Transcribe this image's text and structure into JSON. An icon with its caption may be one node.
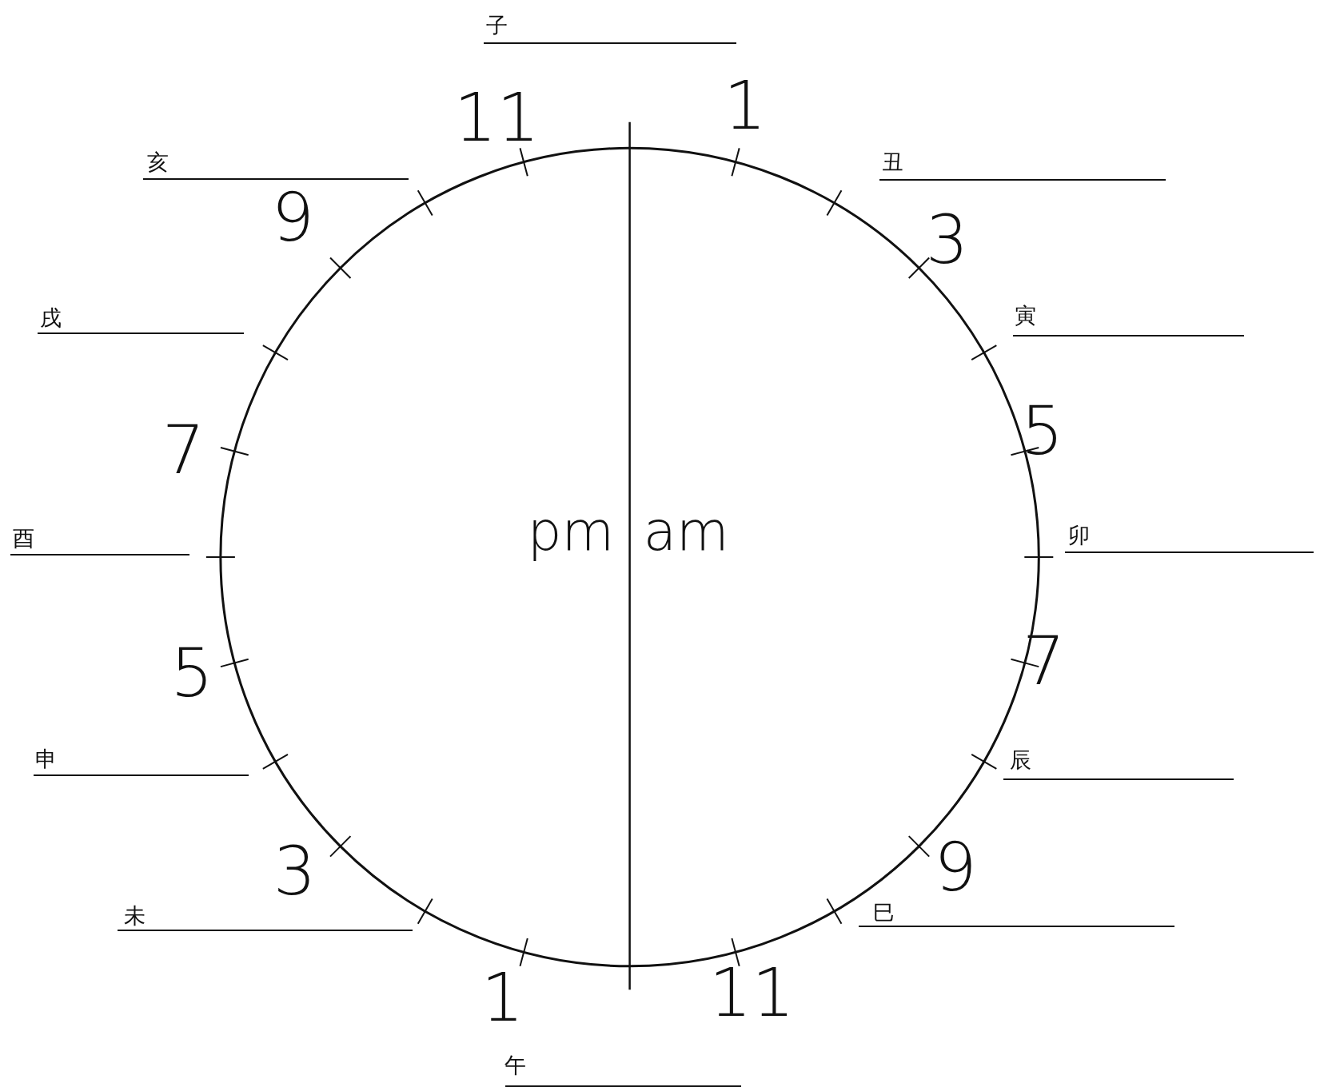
{
  "diagram": {
    "labels": [
      "子",
      "11",
      "1",
      "亥",
      "丑",
      "9",
      "3",
      "戌",
      "寅",
      "7",
      "5",
      "pm",
      "am",
      "酉",
      "卯",
      "5",
      "7",
      "申",
      "辰",
      "3",
      "9",
      "未",
      "巳",
      "1",
      "11",
      "午"
    ]
  }
}
